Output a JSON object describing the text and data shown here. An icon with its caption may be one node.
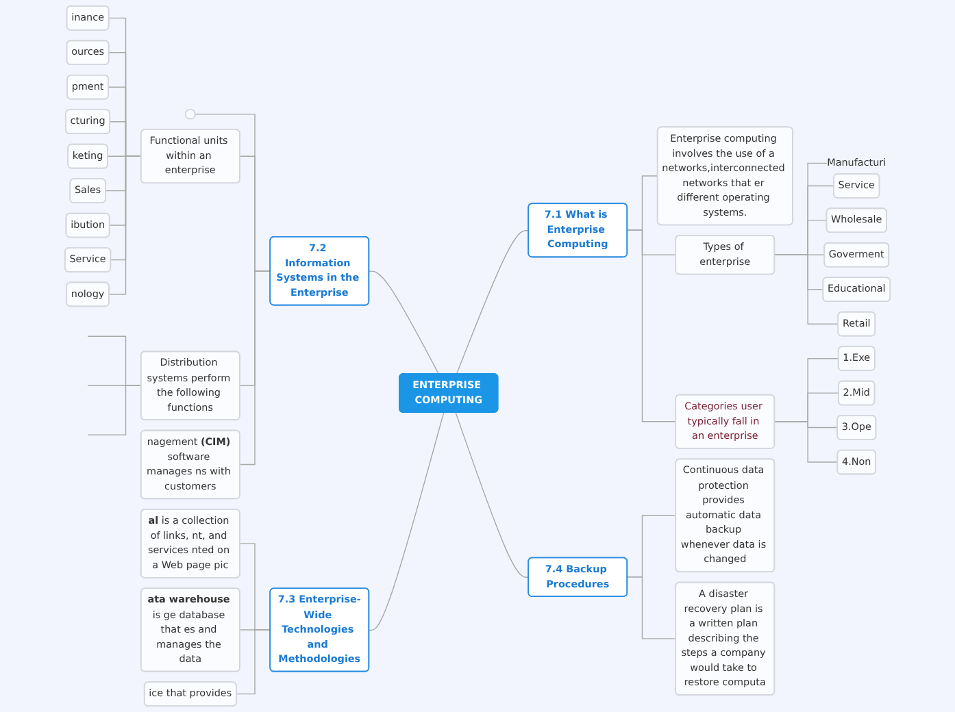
{
  "diagram": {
    "nodes": [
      {
        "text": [
          "ENTERPRISE COMPUTING"
        ]
      },
      {
        "text": [
          "7.1 What is Enterprise Computing"
        ]
      },
      {
        "text": [
          "Enterprise computing involves the use of a networks,interconnected networks that er different operating systems."
        ]
      },
      {
        "text": [
          "Types of enterprise"
        ]
      },
      {
        "text": [
          "Manufacturi"
        ]
      },
      {
        "text": [
          "Service"
        ]
      },
      {
        "text": [
          "Wholesale"
        ]
      },
      {
        "text": [
          "Goverment"
        ]
      },
      {
        "text": [
          "Educational"
        ]
      },
      {
        "text": [
          "Retail"
        ]
      },
      {
        "text": [
          "Categories user typically fall in an enterprise"
        ]
      },
      {
        "text": [
          "1.Exe"
        ]
      },
      {
        "text": [
          "2.Mid"
        ]
      },
      {
        "text": [
          "3.Ope"
        ]
      },
      {
        "text": [
          "4.Non"
        ]
      },
      {
        "text": [
          "7.4 Backup Procedures"
        ]
      },
      {
        "text": [
          "Continuous data protection provides automatic data backup whenever data is changed"
        ]
      },
      {
        "text": [
          "A disaster recovery plan is a written plan describing the steps a company would take to restore computa"
        ]
      },
      {
        "text": [
          "7.2 Information Systems in the Enterprise"
        ]
      },
      {
        "text": [],
        "shape": "box"
      },
      {
        "text": [
          "Functional units within an enterprise"
        ]
      },
      {
        "text": [
          "inance"
        ]
      },
      {
        "text": [
          "ources"
        ]
      },
      {
        "text": [
          "pment"
        ]
      },
      {
        "text": [
          "cturing"
        ]
      },
      {
        "text": [
          "keting"
        ]
      },
      {
        "text": [
          "Sales"
        ]
      },
      {
        "text": [
          "ibution"
        ]
      },
      {
        "text": [
          "Service"
        ]
      },
      {
        "text": [
          "nology"
        ]
      },
      {
        "text": [
          "Distribution systems perform the following functions"
        ]
      },
      {
        "text": [
          "nagement **(CIM)** software manages ns with customers"
        ]
      },
      {
        "text": [
          "7.3 Enterprise-Wide Technologies and Methodologies"
        ]
      },
      {
        "text": [
          "**al** is a collection of links, nt, and services nted on a Web page pic"
        ]
      },
      {
        "text": [
          "**ata warehouse** is ge database that es and manages the data"
        ]
      },
      {
        "text": [
          "ice that provides"
        ]
      }
    ],
    "edges": [
      {
        "from": 0,
        "to": 1,
        "arrow": "none"
      },
      {
        "from": 1,
        "to": 2,
        "arrow": "none"
      },
      {
        "from": 1,
        "to": 3,
        "arrow": "none"
      },
      {
        "from": 3,
        "to": 4,
        "arrow": "none"
      },
      {
        "from": 3,
        "to": 5,
        "arrow": "none"
      },
      {
        "from": 3,
        "to": 6,
        "arrow": "none"
      },
      {
        "from": 3,
        "to": 7,
        "arrow": "none"
      },
      {
        "from": 3,
        "to": 8,
        "arrow": "none"
      },
      {
        "from": 3,
        "to": 9,
        "arrow": "none"
      },
      {
        "from": 1,
        "to": 10,
        "arrow": "none"
      },
      {
        "from": 10,
        "to": 11,
        "arrow": "none"
      },
      {
        "from": 10,
        "to": 12,
        "arrow": "none"
      },
      {
        "from": 10,
        "to": 13,
        "arrow": "none"
      },
      {
        "from": 10,
        "to": 14,
        "arrow": "none"
      },
      {
        "from": 0,
        "to": 15,
        "arrow": "none"
      },
      {
        "from": 15,
        "to": 16,
        "arrow": "none"
      },
      {
        "from": 15,
        "to": 17,
        "arrow": "none"
      },
      {
        "from": 18,
        "to": 0,
        "arrow": "none"
      },
      {
        "from": 19,
        "to": 18,
        "arrow": "none"
      },
      {
        "from": 20,
        "to": 18,
        "arrow": "none"
      },
      {
        "from": 21,
        "to": 20,
        "arrow": "none"
      },
      {
        "from": 22,
        "to": 20,
        "arrow": "none"
      },
      {
        "from": 23,
        "to": 20,
        "arrow": "none"
      },
      {
        "from": 24,
        "to": 20,
        "arrow": "none"
      },
      {
        "from": 25,
        "to": 20,
        "arrow": "none"
      },
      {
        "from": 26,
        "to": 20,
        "arrow": "none"
      },
      {
        "from": 27,
        "to": 20,
        "arrow": "none"
      },
      {
        "from": 28,
        "to": 20,
        "arrow": "none"
      },
      {
        "from": 29,
        "to": 20,
        "arrow": "none"
      },
      {
        "from": 30,
        "to": 18,
        "arrow": "none"
      },
      {
        "from": null,
        "to": 30,
        "arrow": "none"
      },
      {
        "from": null,
        "to": 30,
        "arrow": "none"
      },
      {
        "from": null,
        "to": 30,
        "arrow": "none"
      },
      {
        "from": 31,
        "to": 18,
        "arrow": "none"
      },
      {
        "from": 32,
        "to": 0,
        "arrow": "none"
      },
      {
        "from": 33,
        "to": 32,
        "arrow": "none"
      },
      {
        "from": 34,
        "to": 32,
        "arrow": "none"
      },
      {
        "from": 35,
        "to": 32,
        "arrow": "none"
      }
    ]
  }
}
